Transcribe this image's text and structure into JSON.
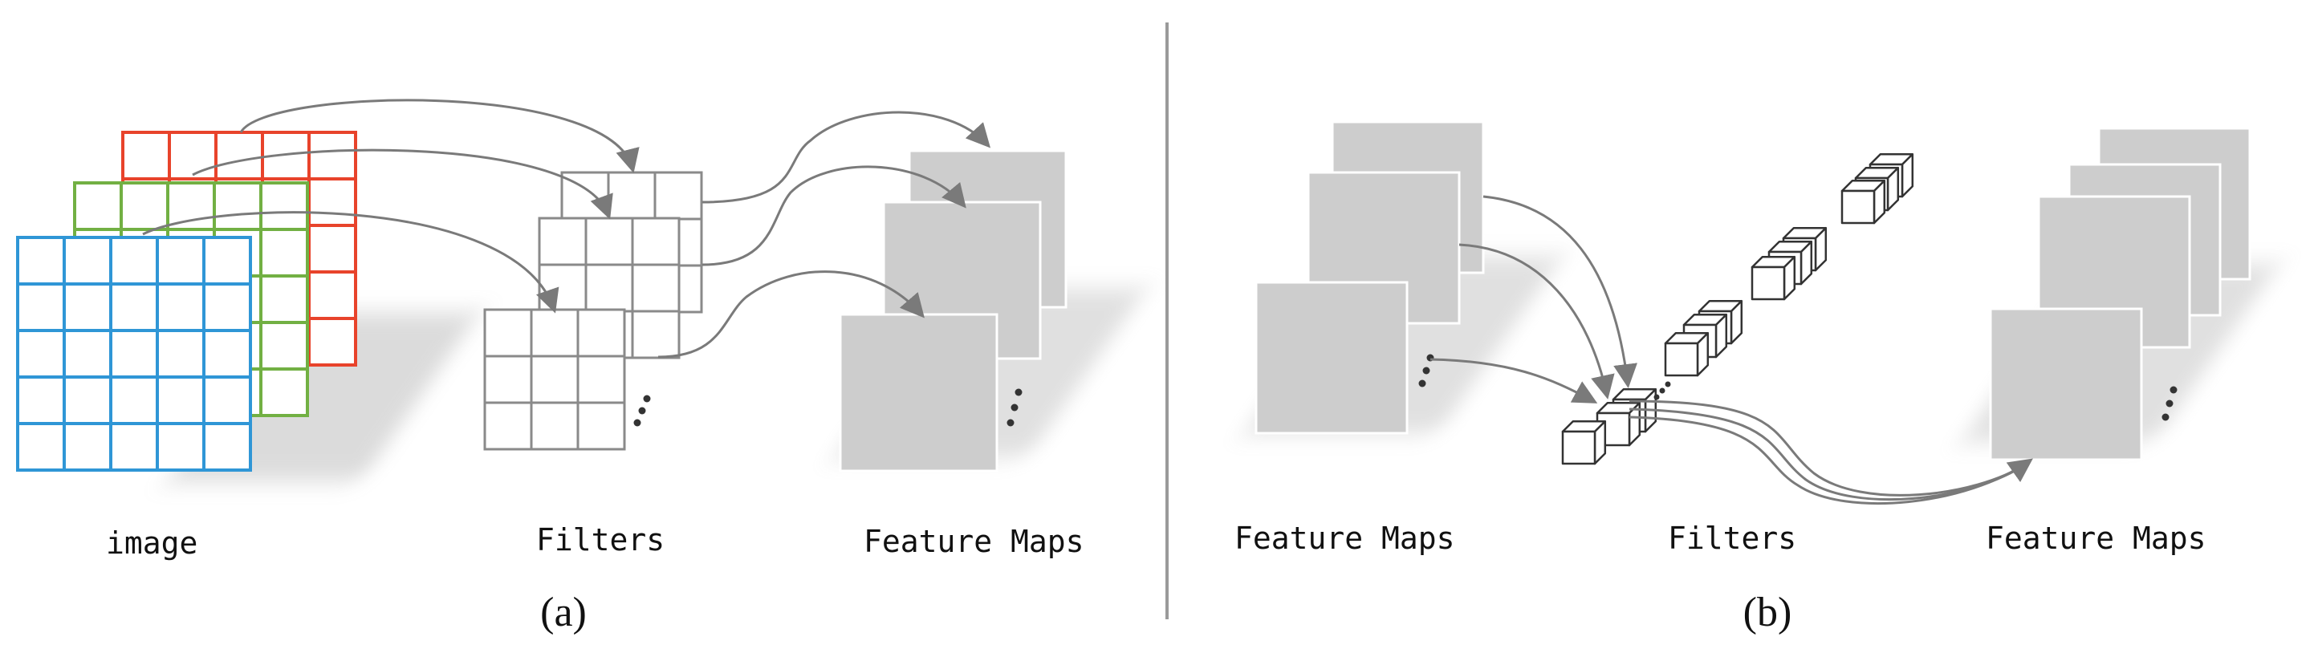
{
  "panel_a": {
    "labels": {
      "image": "image",
      "filters": "Filters",
      "feature_maps": "Feature Maps"
    },
    "caption": "(a)",
    "channel_colors": [
      "#e8432b",
      "#72b043",
      "#2f96d6"
    ]
  },
  "panel_b": {
    "labels": {
      "feature_maps_in": "Feature Maps",
      "filters": "Filters",
      "feature_maps_out": "Feature Maps"
    },
    "caption": "(b)"
  },
  "colors": {
    "map_fill": "#cdcdcd",
    "grid_line": "#8a8a8a",
    "arrow": "#7a7a7a",
    "divider": "#9a9a9a"
  }
}
